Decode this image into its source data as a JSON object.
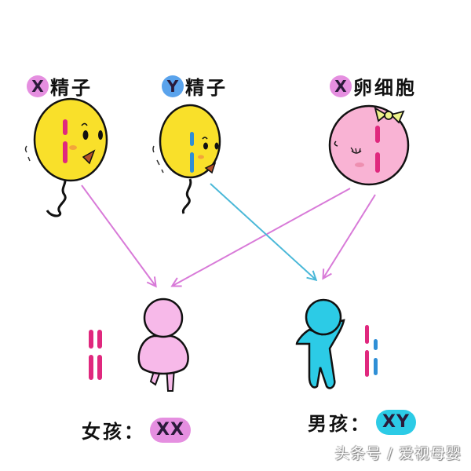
{
  "colors": {
    "x_badge": "#e58fe0",
    "y_badge": "#5aa3ec",
    "sperm_yellow": "#f9e02a",
    "egg_pink": "#f9b3d4",
    "girl_pink": "#f7b9e9",
    "boy_cyan": "#2ccbe6",
    "x_chromosome": "#e0287e",
    "y_chromosome": "#2f8fd6",
    "arrow_pink": "#d87ad8",
    "arrow_blue": "#4ab8d8",
    "bow_yellow": "#eef28a"
  },
  "sources": [
    {
      "badge": "X",
      "label": "精子",
      "name": "X sperm"
    },
    {
      "badge": "Y",
      "label": "精子",
      "name": "Y sperm"
    },
    {
      "badge": "X",
      "label": "卵细胞",
      "name": "X egg cell"
    }
  ],
  "results": [
    {
      "label": "女孩：",
      "karyotype": "XX",
      "name": "girl"
    },
    {
      "label": "男孩：",
      "karyotype": "XY",
      "name": "boy"
    }
  ],
  "arrows": [
    {
      "from": "X sperm",
      "to": "girl",
      "color": "pink"
    },
    {
      "from": "X egg cell",
      "to": "girl",
      "color": "pink"
    },
    {
      "from": "Y sperm",
      "to": "boy",
      "color": "blue"
    },
    {
      "from": "X egg cell",
      "to": "boy",
      "color": "pink"
    }
  ],
  "watermark": "头条号 / 爱视母婴"
}
